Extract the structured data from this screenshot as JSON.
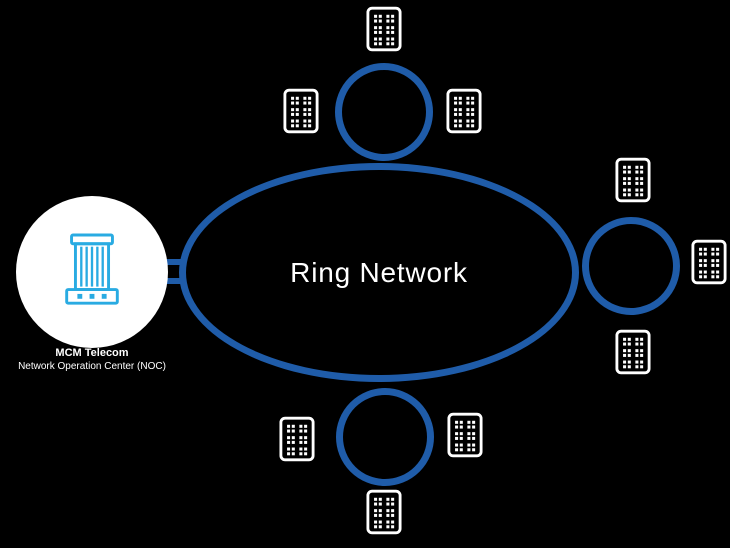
{
  "diagram": {
    "type": "network-topology",
    "title": "Ring Network",
    "noc": {
      "label_line1": "MCM Telecom",
      "label_line2": "Network Operation Center (NOC)",
      "icon": "office-tower-icon"
    },
    "sub_rings": [
      {
        "id": "top",
        "building_count": 3,
        "building_positions": [
          "above",
          "left",
          "right"
        ]
      },
      {
        "id": "right",
        "building_count": 3,
        "building_positions": [
          "above",
          "right",
          "below"
        ]
      },
      {
        "id": "bottom",
        "building_count": 3,
        "building_positions": [
          "left",
          "right",
          "below"
        ]
      }
    ],
    "building_icon": "building-icon"
  },
  "colors": {
    "background": "#000000",
    "ring": "#1F5CA9",
    "noc_icon": "#29ABE2",
    "noc_circle": "#FFFFFF",
    "building": "#FFFFFF",
    "text": "#FFFFFF"
  }
}
